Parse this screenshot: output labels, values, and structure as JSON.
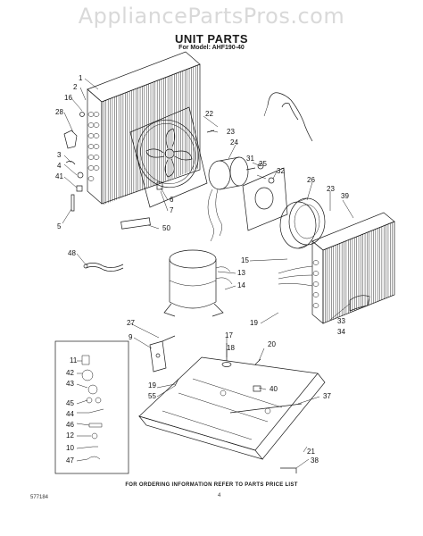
{
  "watermark": "AppliancePartsPros.com",
  "title": "UNIT PARTS",
  "subtitle": "For Model: AHF190-40",
  "footer_note": "FOR ORDERING INFORMATION REFER TO PARTS PRICE LIST",
  "page_code": "577184",
  "page_number": "4",
  "callouts": [
    "1",
    "2",
    "16",
    "28",
    "3",
    "4",
    "41",
    "5",
    "22",
    "23",
    "24",
    "31",
    "25",
    "32",
    "26",
    "39",
    "6",
    "7",
    "50",
    "48",
    "15",
    "13",
    "14",
    "19",
    "33",
    "34",
    "27",
    "9",
    "17",
    "18",
    "20",
    "11",
    "42",
    "43",
    "45",
    "44",
    "46",
    "12",
    "10",
    "47",
    "55",
    "40",
    "37",
    "21",
    "38"
  ]
}
